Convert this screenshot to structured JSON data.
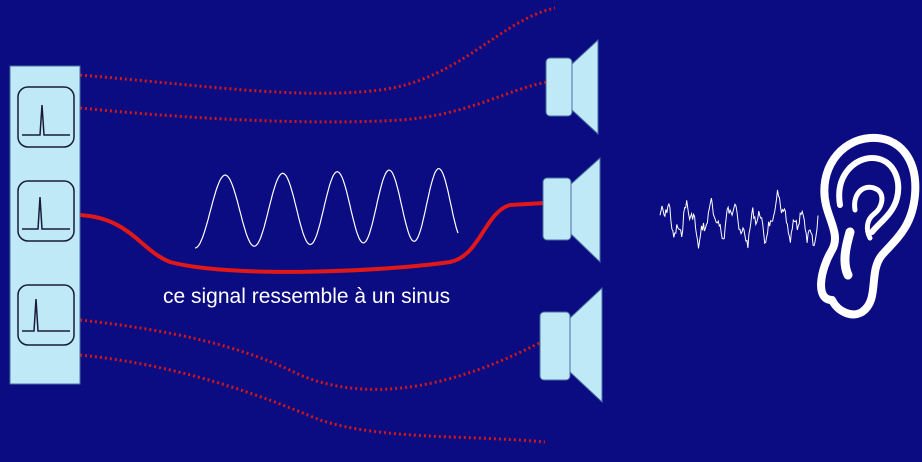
{
  "caption": "ce signal ressemble à un sinus",
  "colors": {
    "background": "#0b0b82",
    "panel_fill": "#bfe9f7",
    "wire_active": "#e01818",
    "wire_dotted": "#d01818",
    "waveform": "#ffffff",
    "speaker_fill": "#bfe9f7"
  },
  "filters": [
    {
      "name": "filter-1",
      "active": false
    },
    {
      "name": "filter-2",
      "active": true
    },
    {
      "name": "filter-3",
      "active": false
    }
  ],
  "speakers": [
    {
      "name": "speaker-top"
    },
    {
      "name": "speaker-middle"
    },
    {
      "name": "speaker-bottom"
    }
  ],
  "icons": [
    "speaker-icon",
    "ear-icon",
    "impulse-icon"
  ]
}
